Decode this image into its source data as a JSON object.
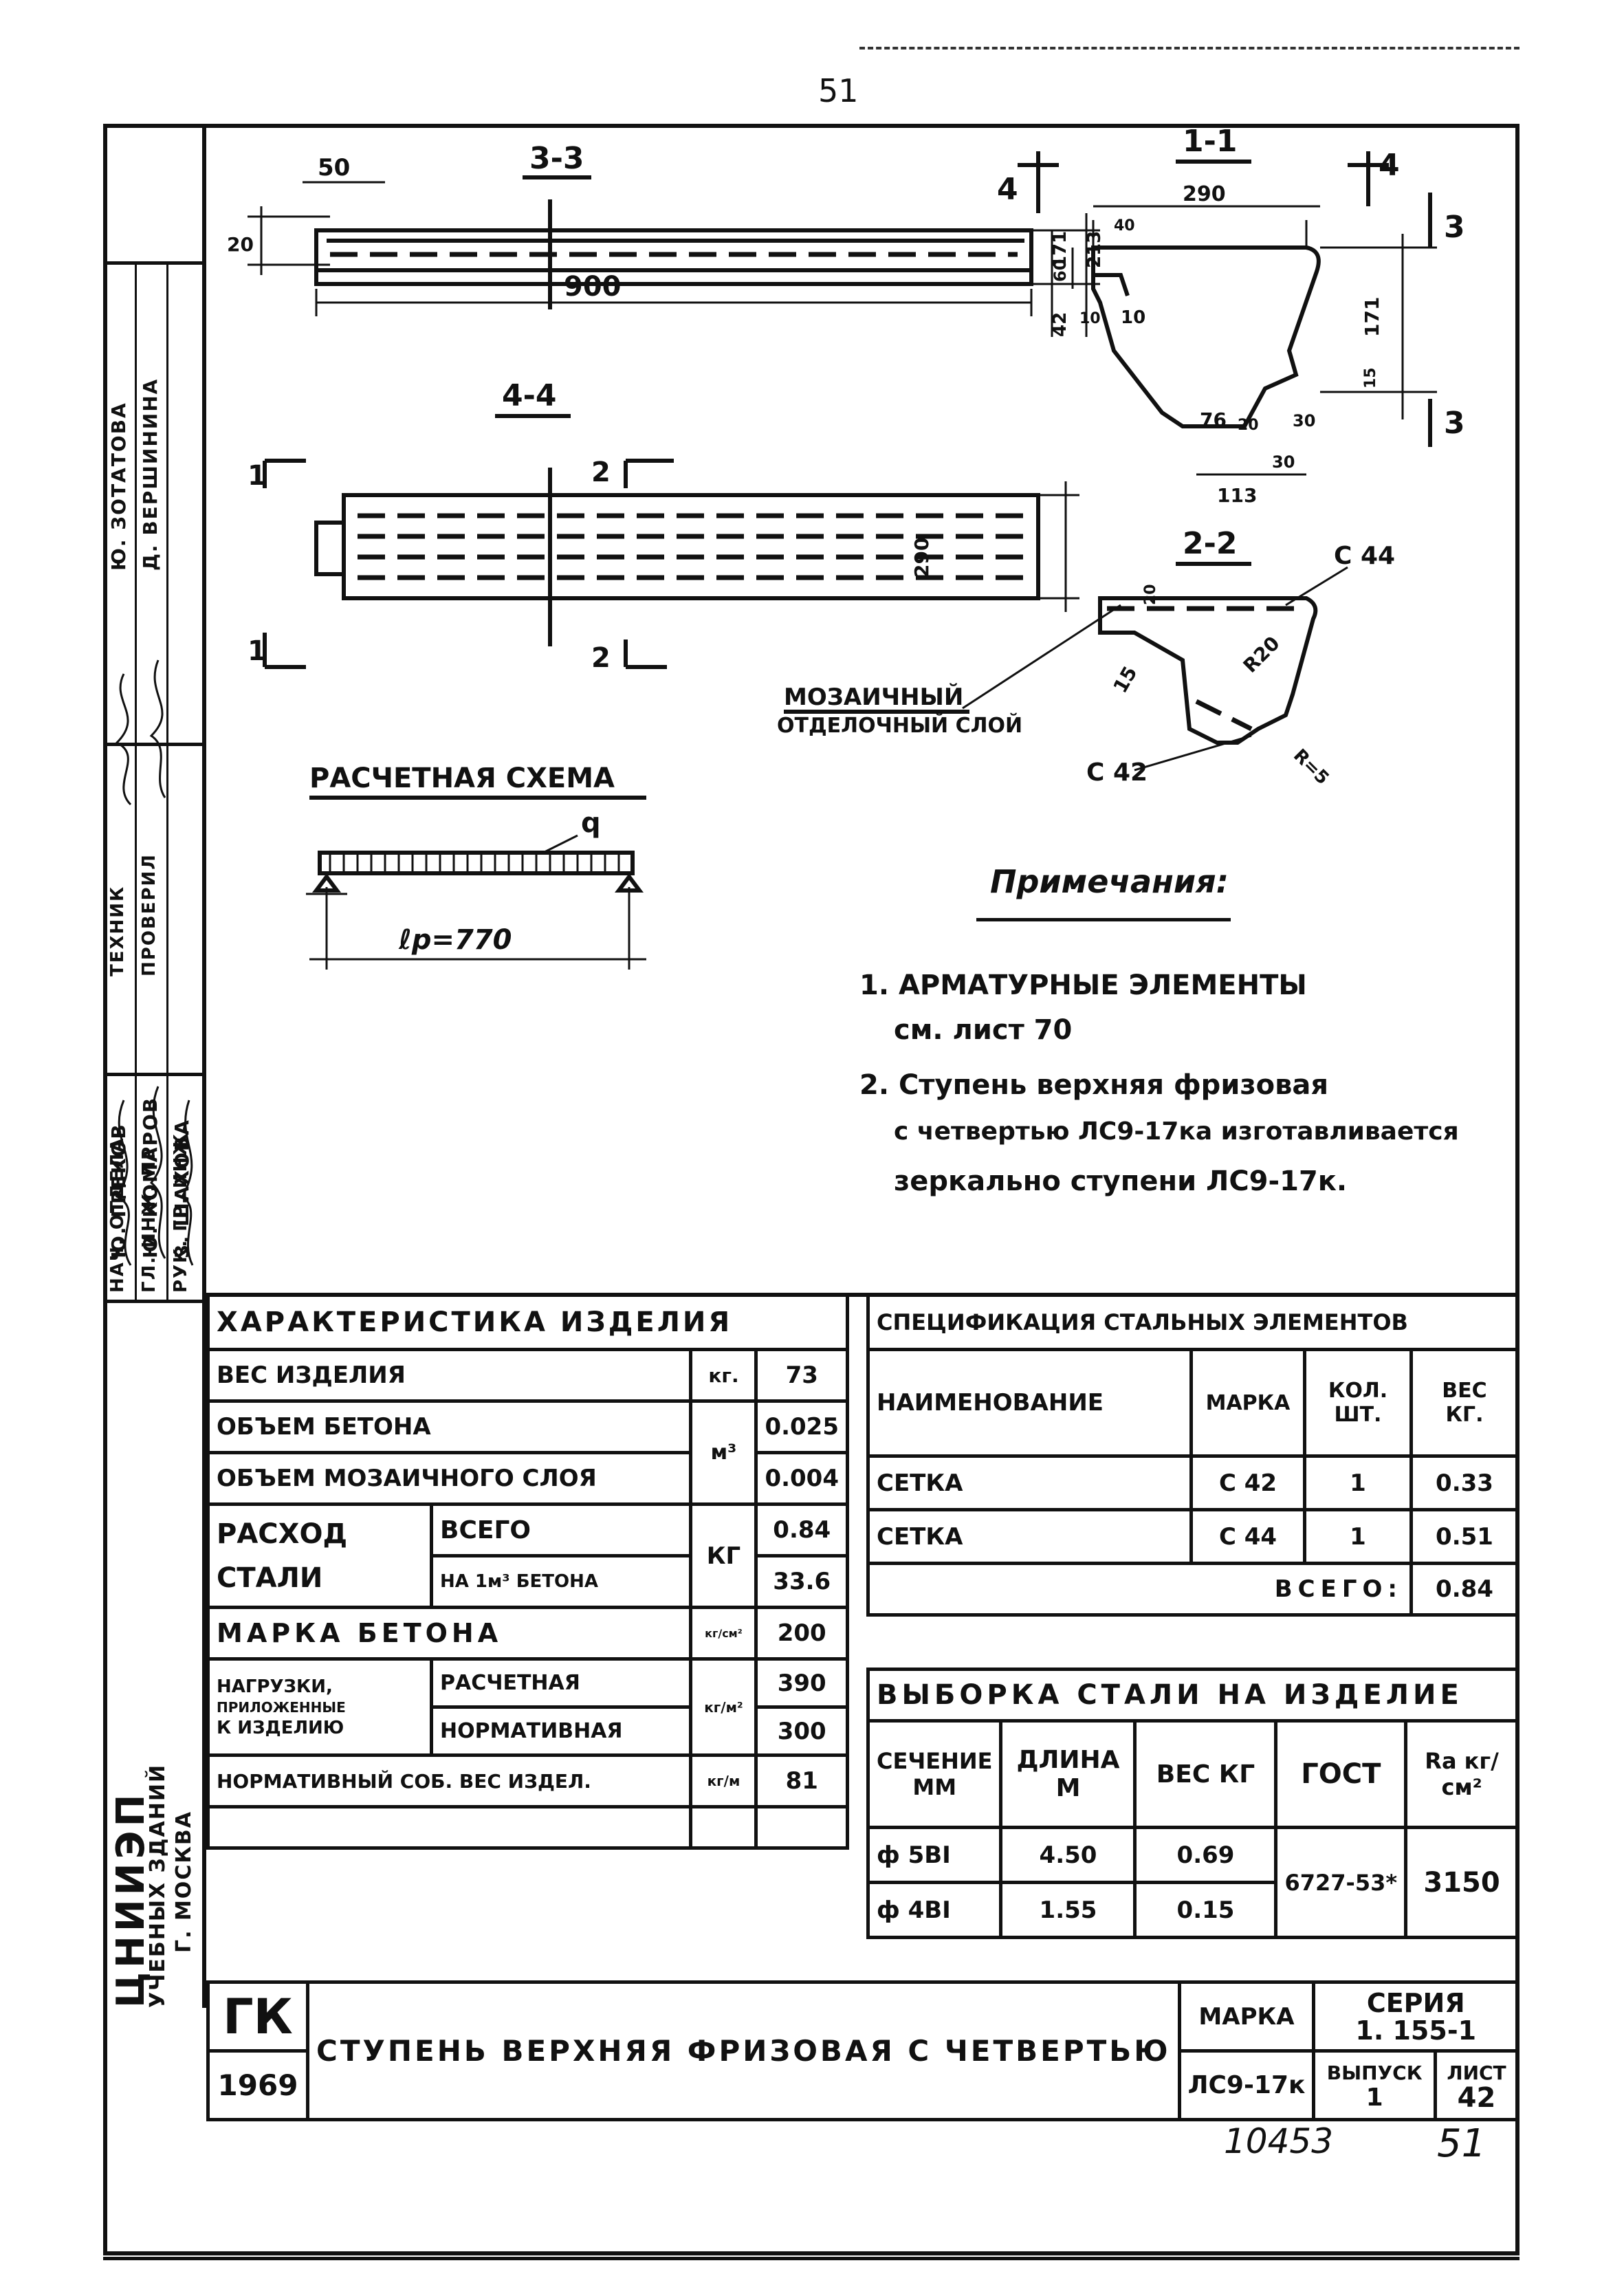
{
  "page_number_top": "51",
  "side_stamp": {
    "org_lines": [
      "ЦНИИЭП",
      "УЧЕБНЫХ ЗДАНИЙ",
      "Г. МОСКВА"
    ],
    "roles": [
      "НАЧ. ОТДЕЛА",
      "ГЛ. ИНЖ. ПР.",
      "РУК. ГР. ИНЖ.",
      "ТЕХНИК",
      "ПРОВЕРИЛ"
    ],
    "names": [
      "Ю. ГРЕКОВ",
      "Ю. КОМАРОВ",
      "З. ШАХОВА",
      "Ю. ЗОТАТОВА",
      "Д. ВЕРШИНИНА"
    ]
  },
  "drawings": {
    "section_33": {
      "label": "3-3",
      "dim_top": "50",
      "dim_len": "900",
      "dim_left": "20",
      "dim_h1": "171",
      "dim_h2": "213",
      "dim_h3": "42"
    },
    "section_44": {
      "label": "4-4",
      "dim_w": "290",
      "marks": [
        "1",
        "1",
        "2",
        "2"
      ]
    },
    "section_11": {
      "label": "1-1",
      "dims": [
        "290",
        "171",
        "60",
        "10",
        "10",
        "40",
        "76",
        "20",
        "30",
        "113",
        "30",
        "15"
      ],
      "marks": [
        "4",
        "4",
        "3",
        "3"
      ]
    },
    "section_22": {
      "label": "2-2",
      "mesh_top": "С 44",
      "mesh_bottom": "С 42",
      "dims": [
        "20",
        "R20",
        "15",
        "R=5"
      ]
    },
    "mosaic_label": [
      "МОЗАИЧНЫЙ",
      "ОТДЕЛОЧНЫЙ СЛОЙ"
    ],
    "calc_scheme": {
      "title": "РАСЧЕТНАЯ СХЕМА",
      "load": "q",
      "span": "ℓр=770"
    }
  },
  "notes": {
    "title": "Примечания:",
    "items": [
      "1. АРМАТУРНЫЕ ЭЛЕМЕНТЫ",
      "см. лист 70",
      "2. Ступень верхняя фризовая",
      "с четвертью ЛС9-17ка изготавливается",
      "зеркально ступени ЛС9-17к."
    ]
  },
  "characteristics": {
    "title": "ХАРАКТЕРИСТИКА ИЗДЕЛИЯ",
    "rows": [
      {
        "label": "ВЕС ИЗДЕЛИЯ",
        "unit": "кг.",
        "value": "73"
      },
      {
        "label": "ОБЪЕМ БЕТОНА",
        "unit": "м³",
        "value": "0.025"
      },
      {
        "label": "ОБЪЕМ МОЗАИЧНОГО СЛОЯ",
        "unit": "",
        "value": "0.004"
      }
    ],
    "steel": {
      "label1": "РАСХОД",
      "label2": "СТАЛИ",
      "total_label": "ВСЕГО",
      "per_label": "НА 1м³ БЕТОНА",
      "unit": "КГ",
      "total": "0.84",
      "per": "33.6"
    },
    "concrete_grade": {
      "label": "МАРКА БЕТОНА",
      "unit": "кг/см²",
      "value": "200"
    },
    "loads": {
      "label": [
        "НАГРУЗКИ,",
        "ПРИЛОЖЕННЫЕ",
        "К ИЗДЕЛИЮ"
      ],
      "calc_label": "РАСЧЕТНАЯ",
      "norm_label": "НОРМАТИВНАЯ",
      "unit": "кг/м²",
      "calc": "390",
      "norm": "300"
    },
    "own_weight": {
      "label": "НОРМАТИВНЫЙ СОБ. ВЕС ИЗДЕЛ.",
      "unit": "кг/м",
      "value": "81"
    }
  },
  "spec": {
    "title": "СПЕЦИФИКАЦИЯ СТАЛЬНЫХ ЭЛЕМЕНТОВ",
    "headers": [
      "НАИМЕНОВАНИЕ",
      "МАРКА",
      "КОЛ. ШТ.",
      "ВЕС КГ."
    ],
    "rows": [
      [
        "СЕТКА",
        "С 42",
        "1",
        "0.33"
      ],
      [
        "СЕТКА",
        "С 44",
        "1",
        "0.51"
      ]
    ],
    "total_label": "ВСЕГО:",
    "total": "0.84"
  },
  "selection": {
    "title": "ВЫБОРКА СТАЛИ НА ИЗДЕЛИЕ",
    "headers": [
      "СЕЧЕНИЕ ММ",
      "ДЛИНА М",
      "ВЕС КГ",
      "ГОСТ",
      "Rа кг/см²"
    ],
    "rows": [
      [
        "ф 5ВI",
        "4.50",
        "0.69"
      ],
      [
        "ф 4ВI",
        "1.55",
        "0.15"
      ]
    ],
    "gost": "6727-53*",
    "ra": "3150"
  },
  "title_block": {
    "code": "ГК",
    "year": "1969",
    "name": "СТУПЕНЬ ВЕРХНЯЯ ФРИЗОВАЯ С ЧЕТВЕРТЬЮ",
    "mark_label": "МАРКА",
    "mark": "ЛС9-17к",
    "series_label": "СЕРИЯ",
    "series": "1. 155-1",
    "issue_label": "ВЫПУСК",
    "issue": "1",
    "sheet_label": "ЛИСТ",
    "sheet": "42"
  },
  "handwritten": {
    "left": "10453",
    "right": "51"
  }
}
